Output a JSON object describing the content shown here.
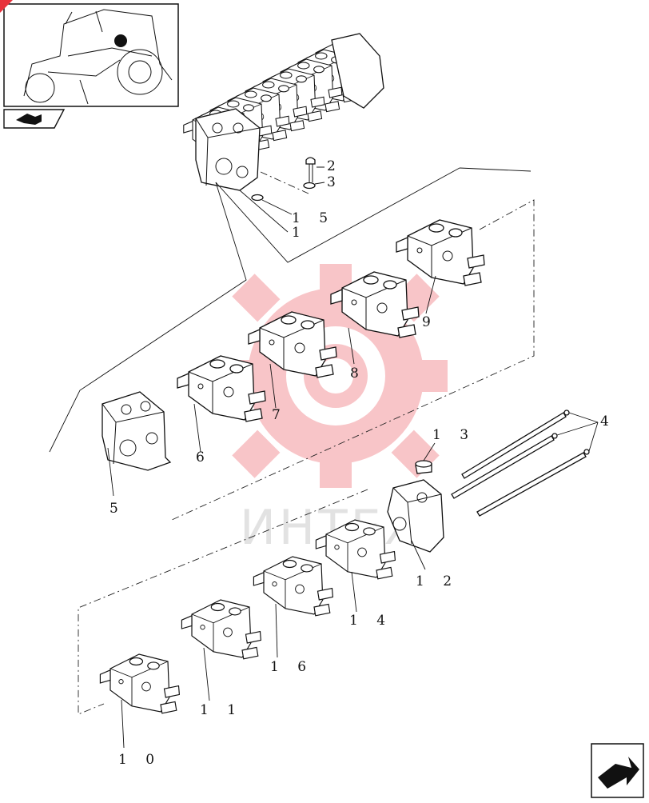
{
  "watermark": {
    "text": "ИНТЕХ",
    "color": "#e8323c"
  },
  "callouts": [
    {
      "id": "1",
      "text": "1"
    },
    {
      "id": "2",
      "text": "2"
    },
    {
      "id": "3",
      "text": "3"
    },
    {
      "id": "4",
      "text": "4"
    },
    {
      "id": "5",
      "text": "5"
    },
    {
      "id": "6",
      "text": "6"
    },
    {
      "id": "7",
      "text": "7"
    },
    {
      "id": "8",
      "text": "8"
    },
    {
      "id": "9",
      "text": "9"
    },
    {
      "id": "10",
      "text": "1 0"
    },
    {
      "id": "11",
      "text": "1 1"
    },
    {
      "id": "12",
      "text": "1 2"
    },
    {
      "id": "13",
      "text": "1 3"
    },
    {
      "id": "14",
      "text": "1 4"
    },
    {
      "id": "15",
      "text": "1 5"
    },
    {
      "id": "16",
      "text": "1 6"
    }
  ]
}
